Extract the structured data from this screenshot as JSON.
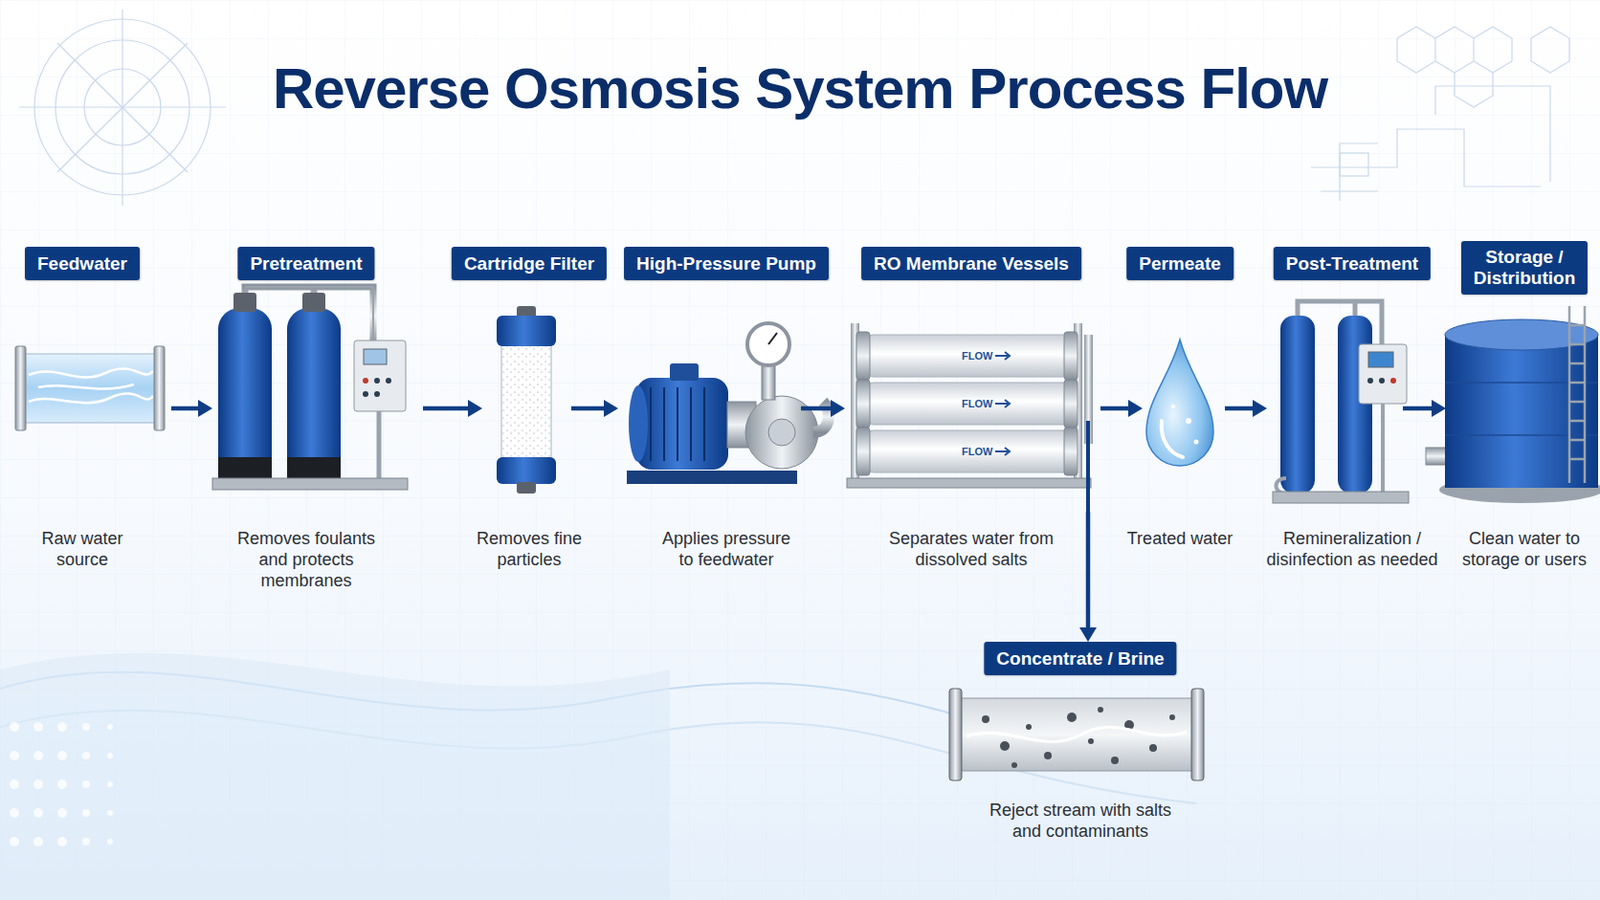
{
  "diagram": {
    "title": "Reverse Osmosis System Process Flow",
    "nodes": [
      {
        "text": [
          "Feedwater",
          "Raw water source"
        ]
      },
      {
        "text": [
          "Pretreatment",
          "Removes foulants and protects membranes"
        ]
      },
      {
        "text": [
          "Cartridge Filter",
          "Removes fine particles"
        ]
      },
      {
        "text": [
          "High-Pressure Pump",
          "Applies pressure to feedwater"
        ]
      },
      {
        "text": [
          "RO Membrane Vessels",
          "Separates water from dissolved salts"
        ]
      },
      {
        "text": [
          "Permeate",
          "Treated water"
        ]
      },
      {
        "text": [
          "Post-Treatment",
          "Remineralization / disinfection as needed"
        ]
      },
      {
        "text": [
          "Storage / Distribution",
          "Clean water to storage or users"
        ]
      },
      {
        "text": [
          "Concentrate / Brine",
          "Reject stream with salts and contaminants"
        ]
      }
    ],
    "edges": [
      {
        "from": 0,
        "to": 1,
        "arrow": "to"
      },
      {
        "from": 1,
        "to": 2,
        "arrow": "to"
      },
      {
        "from": 2,
        "to": 3,
        "arrow": "to"
      },
      {
        "from": 3,
        "to": 4,
        "arrow": "to"
      },
      {
        "from": 4,
        "to": 5,
        "arrow": "to"
      },
      {
        "from": 5,
        "to": 6,
        "arrow": "to"
      },
      {
        "from": 6,
        "to": 7,
        "arrow": "to"
      },
      {
        "from": 4,
        "to": 8,
        "arrow": "to"
      }
    ],
    "labels": [
      "FLOW",
      "FLOW",
      "FLOW"
    ]
  }
}
